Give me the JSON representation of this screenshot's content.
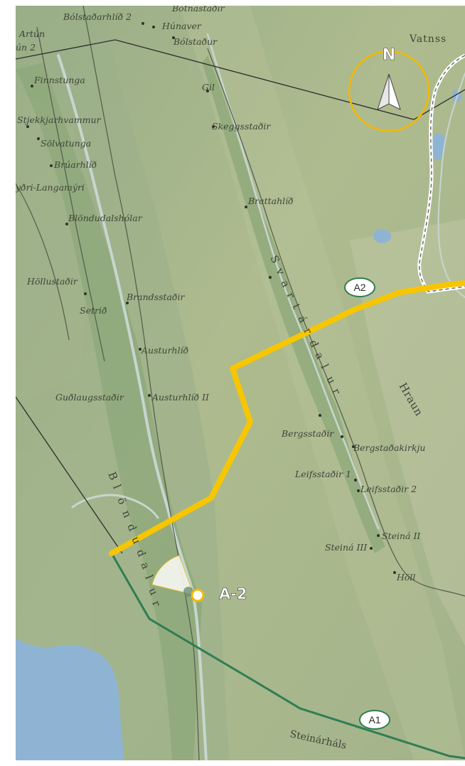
{
  "map": {
    "places": {
      "bolstadarhlid2": "Bólstaðarhlíð 2",
      "botnastadir": "Botnastaðir",
      "hunaver": "Húnaver",
      "bolstadur": "Bólstaður",
      "artun": "Artún",
      "artun2": "ún 2",
      "vatns": "Vatnss",
      "finnstunga": "Finnstunga",
      "gil": "Gil",
      "stjekkjarhvammur": "Stjekkjarhvammur",
      "skeggsstadir": "Skeggsstaðir",
      "solvatunga": "Sölvatunga",
      "bruarhlid": "Brúarhlíð",
      "sydri_langamyri": "yðri-Langamýri",
      "brattahlid": "Brattahlíð",
      "blondudalsholar": "Blöndudalshólar",
      "hollustadir": "Höllustaðir",
      "setrid": "Setrið",
      "brandsstadir": "Brandsstaðir",
      "austurhlid": "Austurhlíð",
      "gudlaugsstadir": "Guðlaugsstaðir",
      "austurhlid2": "Austurhlíð II",
      "bergsstadir": "Bergsstaðir",
      "bergstadakirkju": "Bergstaðakirkju",
      "leifsstadir1": "Leifsstaðir 1",
      "leifsstadir2": "Leifsstaðir 2",
      "steina2": "Steiná II",
      "steina3": "Steiná III",
      "holl": "Höll",
      "steinarhals": "Steinárháls"
    },
    "regions": {
      "svartardalur": [
        "S",
        "v",
        "a",
        "r",
        "t",
        "á",
        "r",
        "d",
        "a",
        "l",
        "u",
        "r"
      ],
      "blondudalur": [
        "B",
        "l",
        "ö",
        "n",
        "d",
        "u",
        "d",
        "a",
        "l",
        "u",
        "r"
      ],
      "hraun": "Hraun"
    },
    "routes": {
      "a1_label": "A1",
      "a2_label": "A2",
      "a1_color": "#2f7d56",
      "a2_color": "#f7c600"
    },
    "viewpoint": {
      "label": "A-2",
      "color": "#f3b800"
    },
    "compass": {
      "north_label": "N",
      "ring_color": "#f3b800",
      "icon": "north-arrow-icon"
    },
    "colors": {
      "terrain": "#a9b98f",
      "water": "#8fb4d3",
      "river": "#b9cfc8"
    }
  }
}
